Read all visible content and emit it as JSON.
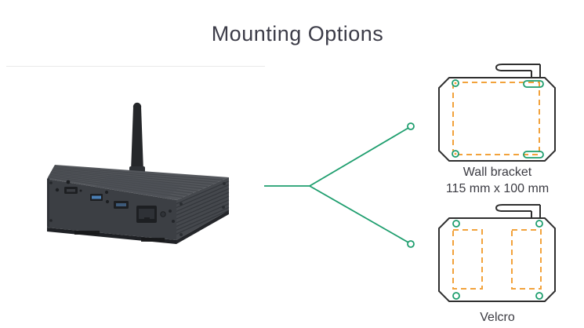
{
  "title": "Mounting Options",
  "options": {
    "wall_bracket": {
      "name": "Wall bracket",
      "dimensions": "115 mm x 100 mm"
    },
    "velcro": {
      "name": "Velcro"
    }
  },
  "icons": {
    "device": "media-player-with-antenna-icon",
    "wall_bracket": "wall-bracket-outline-icon",
    "velcro": "velcro-outline-icon",
    "connector": "fork-connector-icon"
  },
  "colors": {
    "accent_green": "#1e9e6e",
    "accent_orange": "#f2a23b",
    "outline_dark": "#2f2f2f",
    "title_color": "#3c3c48",
    "label_color": "#3b3b42"
  }
}
